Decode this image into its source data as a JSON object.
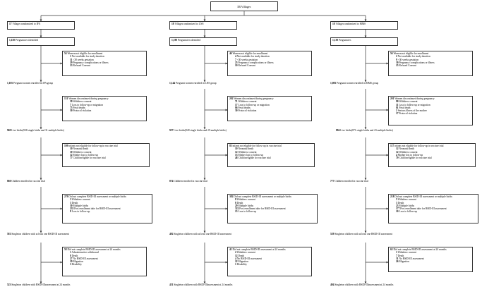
{
  "top": {
    "n": "53",
    "label": "Villages"
  },
  "arms": [
    {
      "randomized": {
        "n": "17",
        "label": "Villages randomized to IFA"
      },
      "pregnancies": {
        "n": "1,150",
        "label": "Pregnancies identified"
      },
      "excluded1": {
        "n": "54",
        "label": "Women not eligible for enrollment",
        "items": [
          [
            "1",
            "Not available for study duration"
          ],
          [
            "11",
            "<30 weeks gestation"
          ],
          [
            "29",
            "Pregnancy complications or illness"
          ],
          [
            "13",
            "Refused Consent"
          ]
        ]
      },
      "enrolled": {
        "n": "1,105",
        "label": "Pregnant women enrolled in IFA group"
      },
      "disc": {
        "n": "151",
        "label": "Women discontinued during pregnancy",
        "items": [
          [
            "39",
            "Withdrew consent"
          ],
          [
            "7",
            "Loss to follow-up or migration"
          ],
          [
            "75",
            "Fetal deaths"
          ],
          [
            "30",
            "Protocol violation"
          ]
        ]
      },
      "births": {
        "n": "969",
        "label": "Live births",
        "sub": "(938 single births and 31 multiple births)"
      },
      "inel": {
        "n": "109",
        "label": "infants not eligible for follow-up in vaccine trial",
        "items": [
          [
            "10",
            "Neonatal death"
          ],
          [
            "10",
            "Withdrew consent"
          ],
          [
            "12",
            "Mother lost to follow-up"
          ],
          [
            "77",
            "Child ineligible for vaccine trial"
          ]
        ]
      },
      "vaccine": {
        "n": "860",
        "label": "Children enrolled in vaccine trial"
      },
      "bsid1": {
        "n": "279",
        "label": "Did not complete BSID-III assessment or multiple births",
        "items": [
          [
            "3",
            "Withdrew consent"
          ],
          [
            "3",
            "Death"
          ],
          [
            "30",
            "Multiple births"
          ],
          [
            "235",
            "Post enrollment date for BSID-III assessment"
          ],
          [
            "8",
            "Loss to follow-up"
          ]
        ]
      },
      "single": {
        "n": "581",
        "label": "Singleton children with at least one BSID-",
        "label2": "III assessment"
      },
      "bsid2": {
        "n": "58",
        "label": "Did not complete BSID-III assessment at 24 months",
        "items": [
          [
            "1",
            "Administrative withdrawal"
          ],
          [
            "8",
            "Death"
          ],
          [
            "27",
            "No BSID-III assessment"
          ],
          [
            "19",
            "Migration"
          ],
          [
            "3",
            "Disability"
          ]
        ]
      },
      "final": {
        "n": "523",
        "label": "Singleton children with BSID-III",
        "label2": "assessment at 24 months"
      }
    },
    {
      "randomized": {
        "n": "18",
        "label": "Villages randomized to LNS"
      },
      "pregnancies": {
        "n": "1,190",
        "label": "Pregnancies identified"
      },
      "excluded1": {
        "n": "46",
        "label": "Women not eligible for enrollment",
        "items": [
          [
            "4",
            "Not available for study duration"
          ],
          [
            "7",
            "<30 weeks gestation"
          ],
          [
            "25",
            "Pregnancy complications or illness"
          ],
          [
            "10",
            "Refused Consent"
          ]
        ]
      },
      "enrolled": {
        "n": "1,144",
        "label": "Pregnant women enrolled in LNS group"
      },
      "disc": {
        "n": "202",
        "label": "Women discontinued during pregnancy",
        "items": [
          [
            "71",
            "Withdrew consent"
          ],
          [
            "17",
            "Loss to follow-up or migration"
          ],
          [
            "86",
            "Fetal deaths"
          ],
          [
            "30",
            "Protocol violation"
          ]
        ]
      },
      "births": {
        "n": "957",
        "label": "Live births",
        "sub": "(928 single births and 29 multiple births)"
      },
      "inel": {
        "n": "83",
        "label": "infants not eligible for follow-up in vaccine trial",
        "items": [
          [
            "10",
            "Neonatal death"
          ],
          [
            "12",
            "Withdrew consent"
          ],
          [
            "13",
            "Mother lost to follow-up"
          ],
          [
            "48",
            "Child ineligible for vaccine trial"
          ]
        ]
      },
      "vaccine": {
        "n": "874",
        "label": "Children enrolled in vaccine trial"
      },
      "bsid1": {
        "n": "382",
        "label": "Did not complete BSID-III assessment or multiple births",
        "items": [
          [
            "8",
            "Withdrew consent"
          ],
          [
            "8",
            "Death"
          ],
          [
            "29",
            "Multiple births"
          ],
          [
            "322",
            "Post enrollment date for BSID-III assessment"
          ],
          [
            "15",
            "Loss to follow-up"
          ]
        ]
      },
      "single": {
        "n": "492",
        "label": "Singleton children with at least one BSID-",
        "label2": "III assessment"
      },
      "bsid2": {
        "n": "41",
        "label": "Did not complete BSID-III assessment at 24 months",
        "items": [
          [
            "2",
            "Withdrew consent"
          ],
          [
            "12",
            "Death"
          ],
          [
            "4",
            "No BSID-III assessment"
          ],
          [
            "22",
            "Migration"
          ],
          [
            "1",
            "Disability"
          ]
        ]
      },
      "final": {
        "n": "451",
        "label": "Singleton children with BSID-III",
        "label2": "assessment at 24 months"
      }
    },
    {
      "randomized": {
        "n": "18",
        "label": "Villages randomized to MMS"
      },
      "pregnancies": {
        "n": "1,139",
        "label": "Pregnancies"
      },
      "excluded1": {
        "n": "56",
        "label": "Women not eligible for enrollment",
        "items": [
          [
            "2",
            "Not available for study duration"
          ],
          [
            "9",
            "<30 weeks gestation"
          ],
          [
            "30",
            "Pregnancy complications or illness"
          ],
          [
            "15",
            "Refused Consent"
          ]
        ]
      },
      "enrolled": {
        "n": "1,083",
        "label": "Pregnant women enrolled in MMS group"
      },
      "disc": {
        "n": "201",
        "label": "Women discontinued during pregnancy",
        "items": [
          [
            "90",
            "Withdrew consent"
          ],
          [
            "11",
            "Loss to follow-up or migration"
          ],
          [
            "81",
            "Fetal death"
          ],
          [
            "2",
            "Serious illness of the mother"
          ],
          [
            "17",
            "Protocol violation"
          ]
        ]
      },
      "births": {
        "n": "894",
        "label": "Live births",
        "sub": "(871 single births and 23 multiple births)"
      },
      "inel": {
        "n": "117",
        "label": "infants not eligible for follow-up in vaccine trial",
        "items": [
          [
            "12",
            "Neonatal death"
          ],
          [
            "12",
            "Withdrew consent"
          ],
          [
            "4",
            "Mother lost to follow-up"
          ],
          [
            "79",
            "Child ineligible for vaccine trial"
          ]
        ]
      },
      "vaccine": {
        "n": "777",
        "label": "Children enrolled in vaccine trial"
      },
      "bsid1": {
        "n": "218",
        "label": "Did not complete BSID-III assessment or multiple births",
        "items": [
          [
            "5",
            "Withdrew consent"
          ],
          [
            "3",
            "Death"
          ],
          [
            "23",
            "Multiple births"
          ],
          [
            "177",
            "Post enrollment date for BSID-III assessment"
          ],
          [
            "10",
            "Loss to follow-up"
          ]
        ]
      },
      "single": {
        "n": "559",
        "label": "Singleton children with at least one BSID-",
        "label2": "III assessment"
      },
      "bsid2": {
        "n": "65",
        "label": "Did not complete BSID-III assessment at 24 months",
        "items": [
          [
            "1",
            "Withdrew consent"
          ],
          [
            "7",
            "Death"
          ],
          [
            "31",
            "No BSID-III assessment"
          ],
          [
            "26",
            "Migration"
          ]
        ]
      },
      "final": {
        "n": "494",
        "label": "Singleton children with BSID-III",
        "label2": "assessment at 24 months"
      }
    }
  ]
}
